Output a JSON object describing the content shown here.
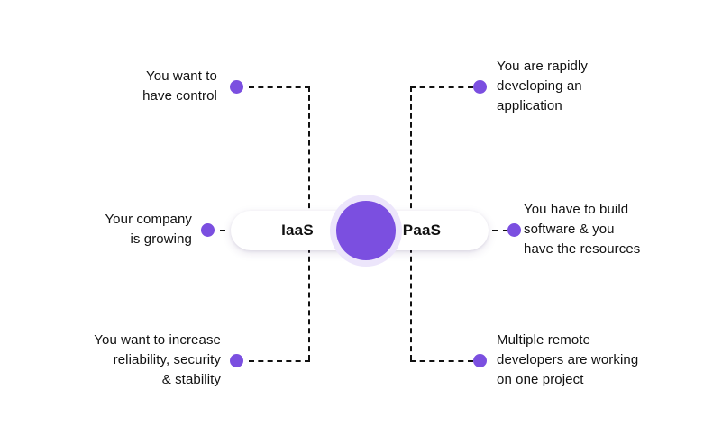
{
  "diagram": {
    "title": "IaaS vs PaaS decision diagram",
    "accent_color": "#7b4fe0",
    "halo_color": "#ece5fb",
    "text_color": "#111111",
    "background_color": "#ffffff",
    "center": {
      "left_label": "IaaS",
      "right_label": "PaaS",
      "hub_icon": "hub-circle"
    },
    "left_notes": [
      {
        "id": "left-top",
        "text": "You want to\nhave control"
      },
      {
        "id": "left-middle",
        "text": "Your company\nis growing"
      },
      {
        "id": "left-bottom",
        "text": "You want to increase\nreliability, security\n& stability"
      }
    ],
    "right_notes": [
      {
        "id": "right-top",
        "text": "You are rapidly\ndeveloping an\napplication"
      },
      {
        "id": "right-middle",
        "text": "You have to build\nsoftware & you\nhave the resources"
      },
      {
        "id": "right-bottom",
        "text": "Multiple remote\ndevelopers are working\non one project"
      }
    ]
  }
}
